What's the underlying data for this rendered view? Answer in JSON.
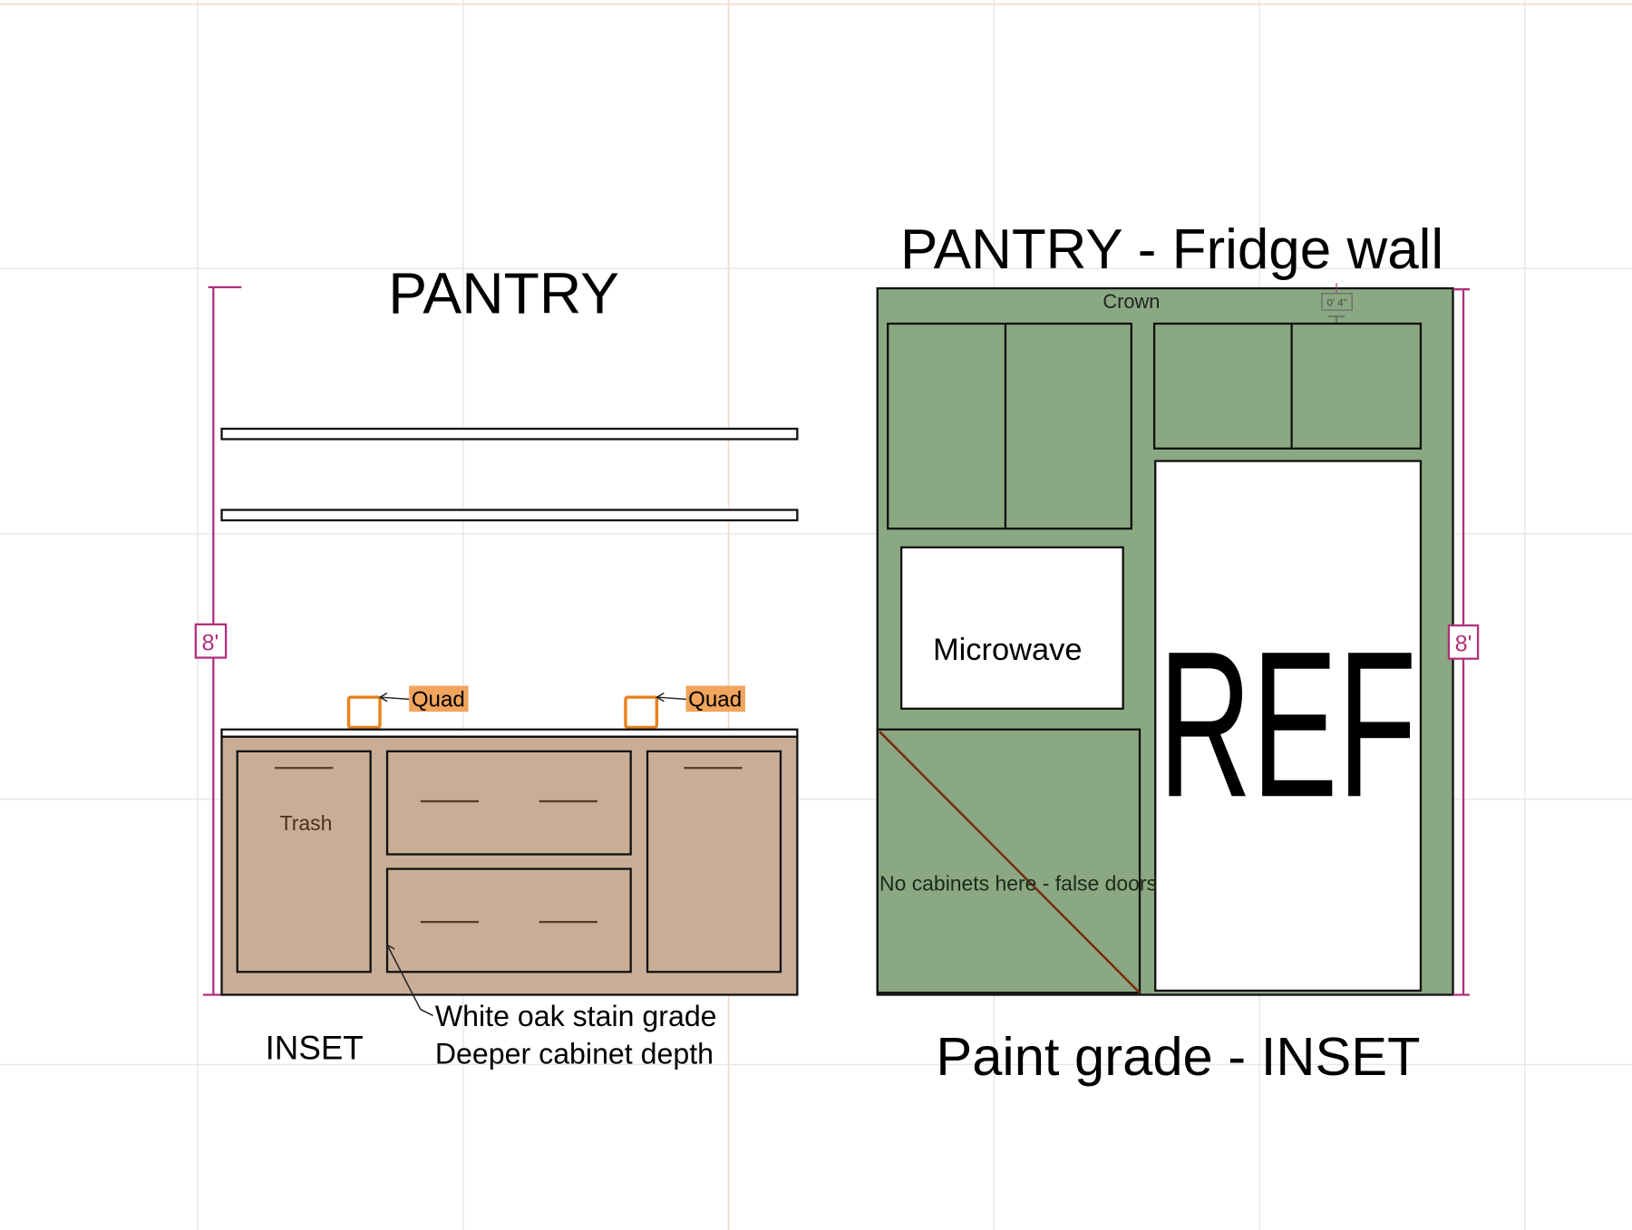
{
  "left_elevation": {
    "title": "PANTRY",
    "dimension": "8'",
    "outlets": [
      {
        "label": "Quad"
      },
      {
        "label": "Quad"
      }
    ],
    "trash_label": "Trash",
    "note_line1": "White oak stain grade",
    "note_line2": "Deeper cabinet depth",
    "style_label": "INSET"
  },
  "right_elevation": {
    "title": "PANTRY - Fridge wall",
    "crown_label": "Crown",
    "crown_dimension": "0' 4\"",
    "microwave_label": "Microwave",
    "fridge_label": "REF",
    "no_cabinets_note": "No cabinets here - false doors",
    "dimension": "8'",
    "finish_label": "Paint grade - INSET"
  },
  "colors": {
    "dimension": "#b0307a",
    "stain": "#c9ad96",
    "paint": "#8aa882",
    "outlet": "#e8821e",
    "outlet_label_bg": "#f0a45c"
  }
}
